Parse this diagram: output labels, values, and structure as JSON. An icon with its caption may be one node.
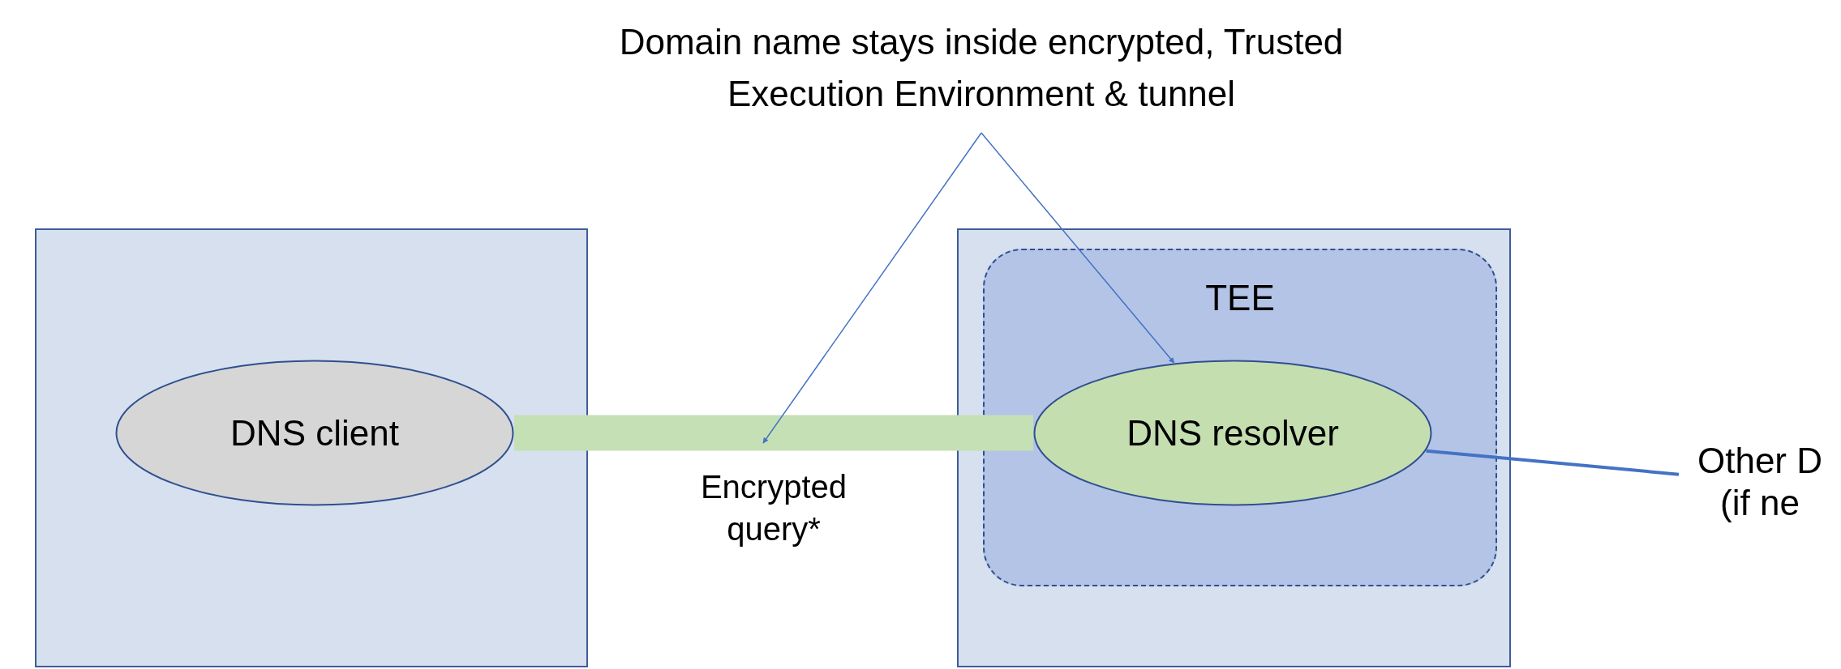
{
  "diagram": {
    "nodes": [
      {
        "text": [
          "Domain name stays inside encrypted, Trusted Execution Environment & tunnel"
        ]
      },
      {
        "text": [],
        "shape": "box"
      },
      {
        "text": [
          "DNS client"
        ],
        "in": 1
      },
      {
        "text": [],
        "shape": "box"
      },
      {
        "text": [
          "TEE"
        ],
        "in": 3
      },
      {
        "text": [
          "DNS resolver"
        ],
        "in": 4
      },
      {
        "text": [
          "Other D (if ne"
        ]
      }
    ],
    "edges": [
      {
        "from": 2,
        "to": 5,
        "arrow": "none",
        "label": "Encrypted query*",
        "style": "thick",
        "color": "#c5e0b4"
      },
      {
        "from": 5,
        "to": 6,
        "arrow": "none"
      },
      {
        "from": 0,
        "to": null,
        "arrow": "to"
      },
      {
        "from": 0,
        "to": 5,
        "arrow": "to"
      }
    ]
  }
}
